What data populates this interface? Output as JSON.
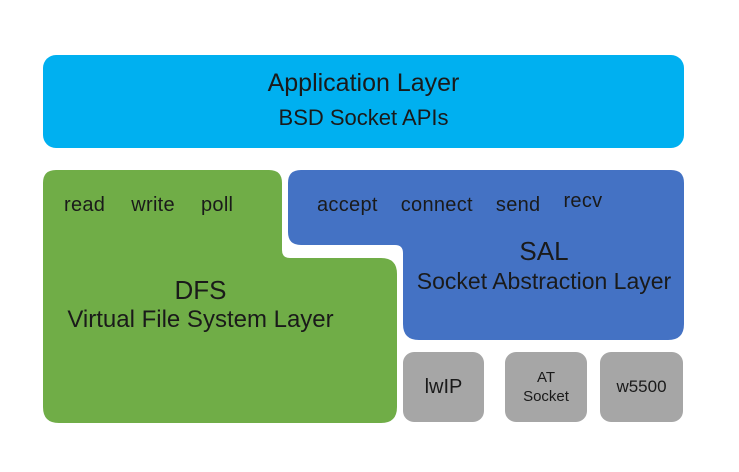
{
  "colors": {
    "application_layer": "#00b0f0",
    "dfs": "#70ad47",
    "sal": "#4472c4",
    "backend": "#a6a6a6",
    "text": "#1a1a1a",
    "background": "#ffffff"
  },
  "application_layer": {
    "title": "Application Layer",
    "subtitle": "BSD Socket APIs"
  },
  "dfs": {
    "apis": [
      "read",
      "write",
      "poll"
    ],
    "acronym": "DFS",
    "name": "Virtual File System Layer"
  },
  "sal": {
    "apis": [
      "accept",
      "connect",
      "send",
      "recv"
    ],
    "acronym": "SAL",
    "name": "Socket Abstraction Layer"
  },
  "backends": {
    "lwip": "lwIP",
    "at_socket_line1": "AT",
    "at_socket_line2": "Socket",
    "w5500": "w5500"
  }
}
